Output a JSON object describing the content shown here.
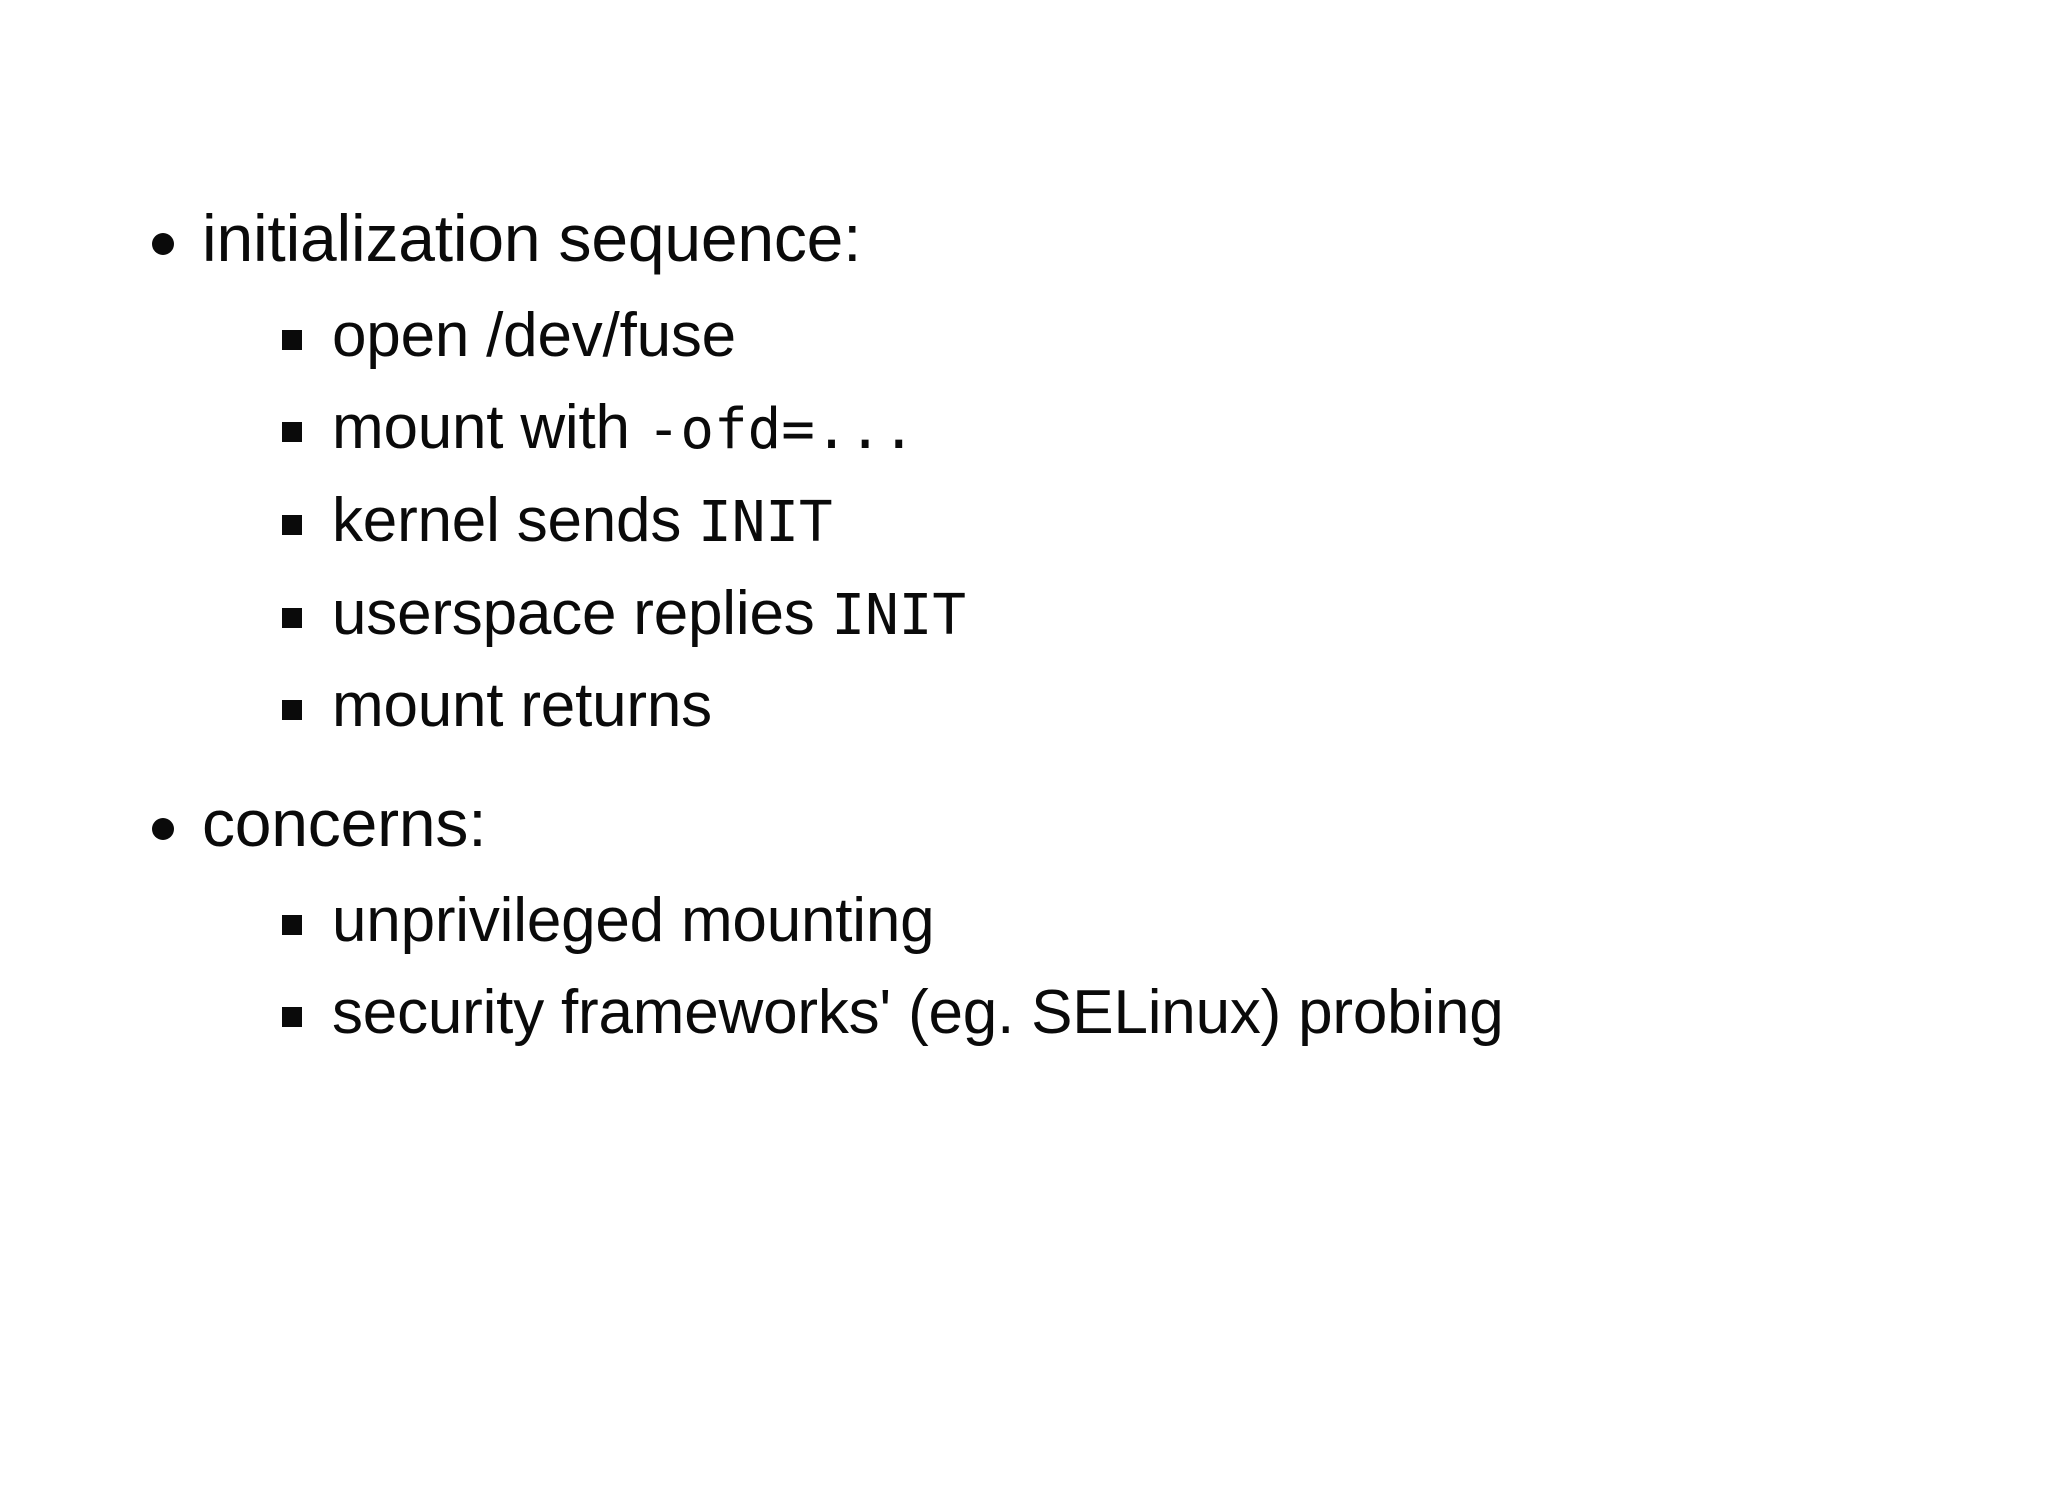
{
  "slide": {
    "background_color": "#ffffff",
    "text_color": "#0a0a0a",
    "bullets": [
      {
        "level": 1,
        "marker": "round-bullet",
        "text": "initialization sequence:"
      },
      {
        "level": 2,
        "marker": "square-bullet",
        "text": "open /dev/fuse"
      },
      {
        "level": 2,
        "marker": "square-bullet",
        "prefix": "mount with ",
        "code": "-ofd=..."
      },
      {
        "level": 2,
        "marker": "square-bullet",
        "prefix": "kernel sends ",
        "code": "INIT"
      },
      {
        "level": 2,
        "marker": "square-bullet",
        "prefix": "userspace replies ",
        "code": "INIT"
      },
      {
        "level": 2,
        "marker": "square-bullet",
        "text": "mount returns"
      },
      {
        "level": 1,
        "marker": "round-bullet",
        "text": "concerns:"
      },
      {
        "level": 2,
        "marker": "square-bullet",
        "text": "unprivileged mounting"
      },
      {
        "level": 2,
        "marker": "square-bullet",
        "text": "security frameworks' (eg. SELinux) probing"
      }
    ]
  }
}
